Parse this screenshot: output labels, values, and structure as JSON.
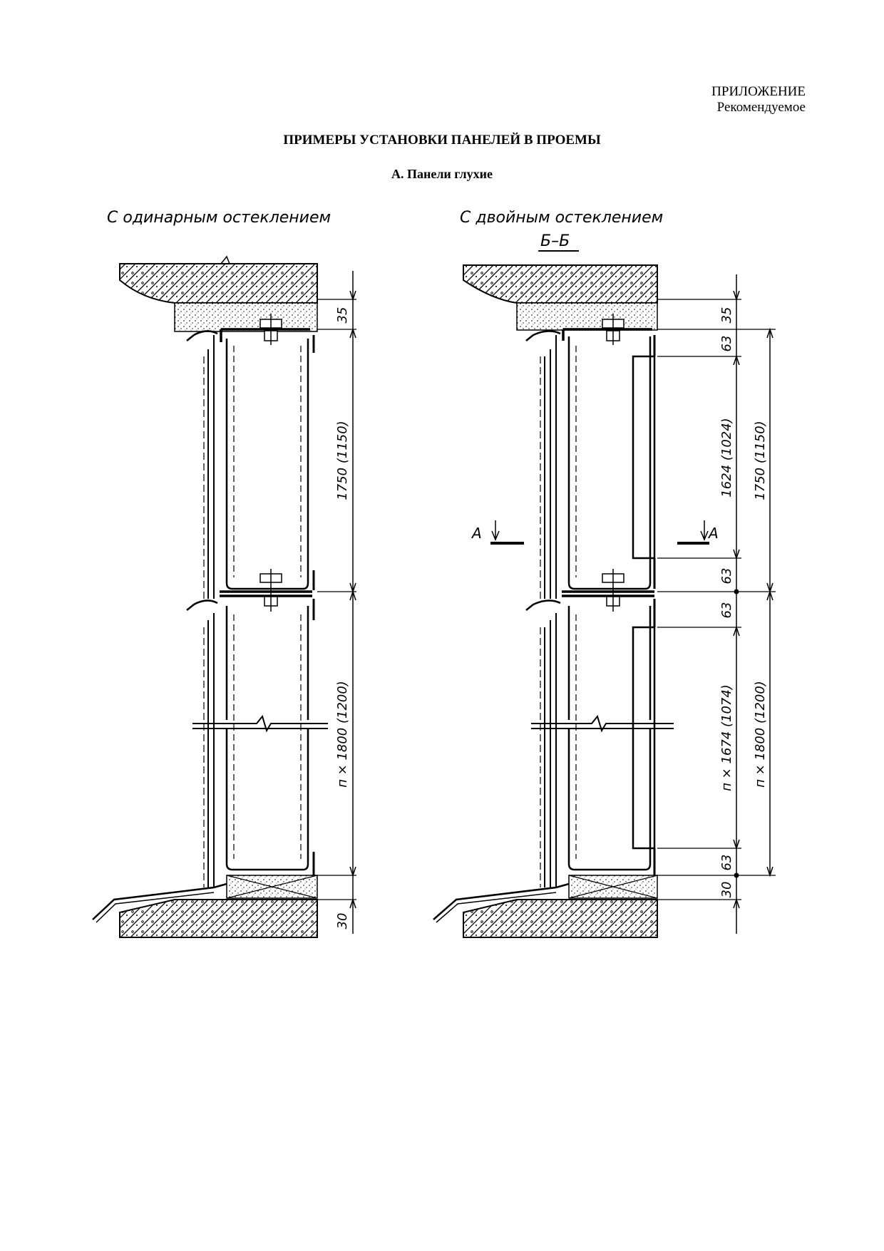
{
  "header": {
    "appendix": "ПРИЛОЖЕНИЕ",
    "status": "Рекомендуемое"
  },
  "title": "ПРИМЕРЫ УСТАНОВКИ ПАНЕЛЕЙ В ПРОЕМЫ",
  "subtitle": "А. Панели глухие",
  "left_view": {
    "caption": "С одинарным остеклением",
    "dims": {
      "top": "35",
      "upper": "1750 (1150)",
      "lower": "п × 1800 (1200)",
      "bottom": "30"
    }
  },
  "right_view": {
    "caption": "С двойным остеклением",
    "section": "Б–Б",
    "cut_left": "А",
    "cut_right": "А",
    "dims_inner": {
      "top": "35",
      "d1": "63",
      "upper": "1624 (1024)",
      "d2": "63",
      "d3": "63",
      "lower": "п × 1674 (1074)",
      "d4": "63",
      "bottom": "30"
    },
    "dims_outer": {
      "upper": "1750 (1150)",
      "lower": "п × 1800 (1200)"
    }
  }
}
